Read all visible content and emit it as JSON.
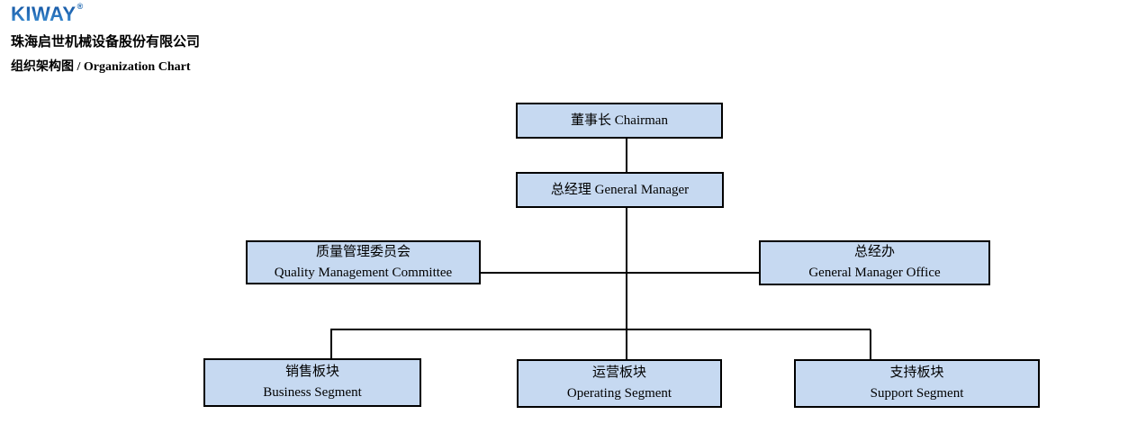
{
  "header": {
    "logo": {
      "text": "KIWAY",
      "registered_mark": "®"
    },
    "company_name": "珠海启世机械设备股份有限公司",
    "page_title": "组织架构图 / Organization Chart"
  },
  "colors": {
    "logo_blue": "#1a64af",
    "node_fill": "#c6d9f1",
    "node_border": "#000000",
    "connector": "#000000"
  },
  "org_chart": {
    "type": "org-tree",
    "nodes": [
      {
        "id": "chairman",
        "line1": "董事长 Chairman",
        "line2": "",
        "level": 1,
        "reports_to": null
      },
      {
        "id": "general-manager",
        "line1": "总经理 General Manager",
        "line2": "",
        "level": 2,
        "reports_to": "chairman"
      },
      {
        "id": "quality-management-committee",
        "line1": "质量管理委员会",
        "line2": "Quality Management Committee",
        "level": 3,
        "reports_to": "general-manager"
      },
      {
        "id": "general-manager-office",
        "line1": "总经办",
        "line2": "General Manager Office",
        "level": 3,
        "reports_to": "general-manager"
      },
      {
        "id": "business-segment",
        "line1": "销售板块",
        "line2": "Business Segment",
        "level": 4,
        "reports_to": "general-manager"
      },
      {
        "id": "operating-segment",
        "line1": "运营板块",
        "line2": "Operating Segment",
        "level": 4,
        "reports_to": "general-manager"
      },
      {
        "id": "support-segment",
        "line1": "支持板块",
        "line2": "Support Segment",
        "level": 4,
        "reports_to": "general-manager"
      }
    ]
  }
}
